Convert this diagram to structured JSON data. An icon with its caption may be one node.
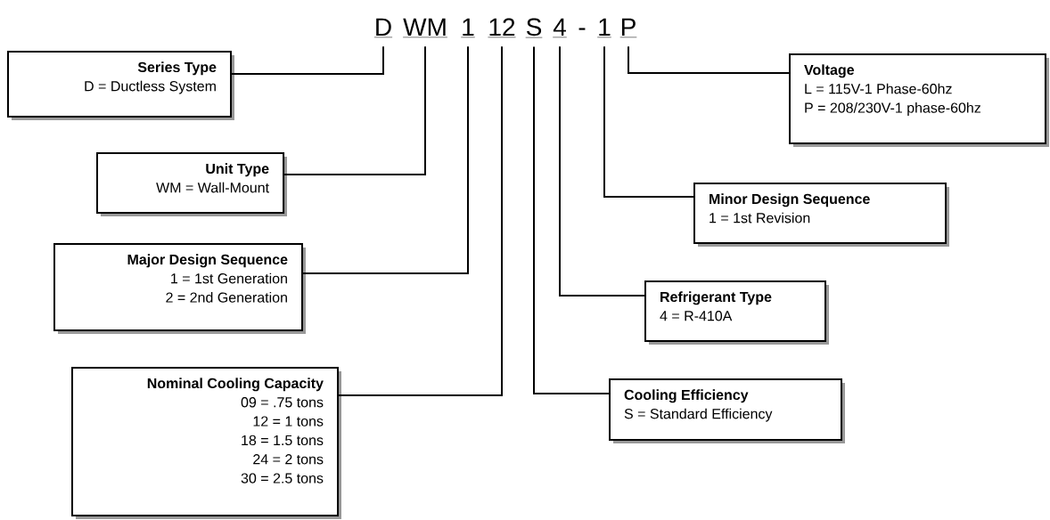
{
  "diagram": {
    "nodes": [
      {
        "text": [
          "D"
        ]
      },
      {
        "text": [
          "WM"
        ]
      },
      {
        "text": [
          "1"
        ]
      },
      {
        "text": [
          "12"
        ]
      },
      {
        "text": [
          "S"
        ]
      },
      {
        "text": [
          "4"
        ]
      },
      {
        "text": [
          "1"
        ]
      },
      {
        "text": [
          "P"
        ]
      },
      {
        "text": [
          "Series Type",
          "D = Ductless System"
        ]
      },
      {
        "text": [
          "Unit Type",
          "WM = Wall-Mount"
        ]
      },
      {
        "text": [
          "Major Design Sequence",
          "1 = 1st Generation",
          "2 = 2nd Generation"
        ]
      },
      {
        "text": [
          "Nominal Cooling Capacity",
          "09 = .75 tons",
          "12 = 1 tons",
          "18 = 1.5 tons",
          "24 = 2 tons",
          "30 = 2.5 tons"
        ]
      },
      {
        "text": [
          "Voltage",
          "L = 115V-1 Phase-60hz",
          "P = 208/230V-1 phase-60hz"
        ]
      },
      {
        "text": [
          "Minor Design Sequence",
          "1 = 1st Revision"
        ]
      },
      {
        "text": [
          "Refrigerant Type",
          "4 = R-410A"
        ]
      },
      {
        "text": [
          "Cooling Efficiency",
          "S = Standard Efficiency"
        ]
      }
    ],
    "edges": [
      {
        "from": 8,
        "to": 0,
        "arrow": "none"
      },
      {
        "from": 9,
        "to": 1,
        "arrow": "none"
      },
      {
        "from": 10,
        "to": 2,
        "arrow": "none"
      },
      {
        "from": 11,
        "to": 3,
        "arrow": "none"
      },
      {
        "from": 15,
        "to": 4,
        "arrow": "none"
      },
      {
        "from": 14,
        "to": 5,
        "arrow": "none"
      },
      {
        "from": 13,
        "to": 6,
        "arrow": "none"
      },
      {
        "from": 12,
        "to": 7,
        "arrow": "none"
      }
    ],
    "labels": [
      "-"
    ]
  }
}
